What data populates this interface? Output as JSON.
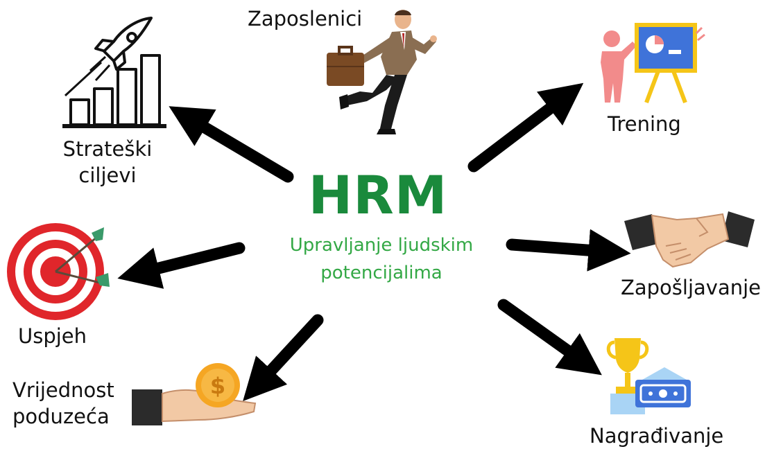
{
  "center": {
    "title": "HRM",
    "subtitle_line1": "Upravljanje ljudskim",
    "subtitle_line2": "potencijalima",
    "title_color": "#1a8a3c",
    "subtitle_color": "#33a845"
  },
  "nodes": {
    "employees": {
      "label": "Zaposlenici",
      "icon": "running-businessman-icon"
    },
    "strategic_goals": {
      "line1": "Strateški",
      "line2": "ciljevi",
      "icon": "rocket-growth-chart-icon"
    },
    "training": {
      "label": "Trening",
      "icon": "presenter-board-icon"
    },
    "success": {
      "label": "Uspjeh",
      "icon": "target-arrows-icon"
    },
    "hiring": {
      "label": "Zapošljavanje",
      "icon": "handshake-icon"
    },
    "company_value": {
      "line1": "Vrijednost",
      "line2": "poduzeća",
      "icon": "hand-coin-icon"
    },
    "rewarding": {
      "label": "Nagrađivanje",
      "icon": "trophy-money-icon"
    }
  }
}
